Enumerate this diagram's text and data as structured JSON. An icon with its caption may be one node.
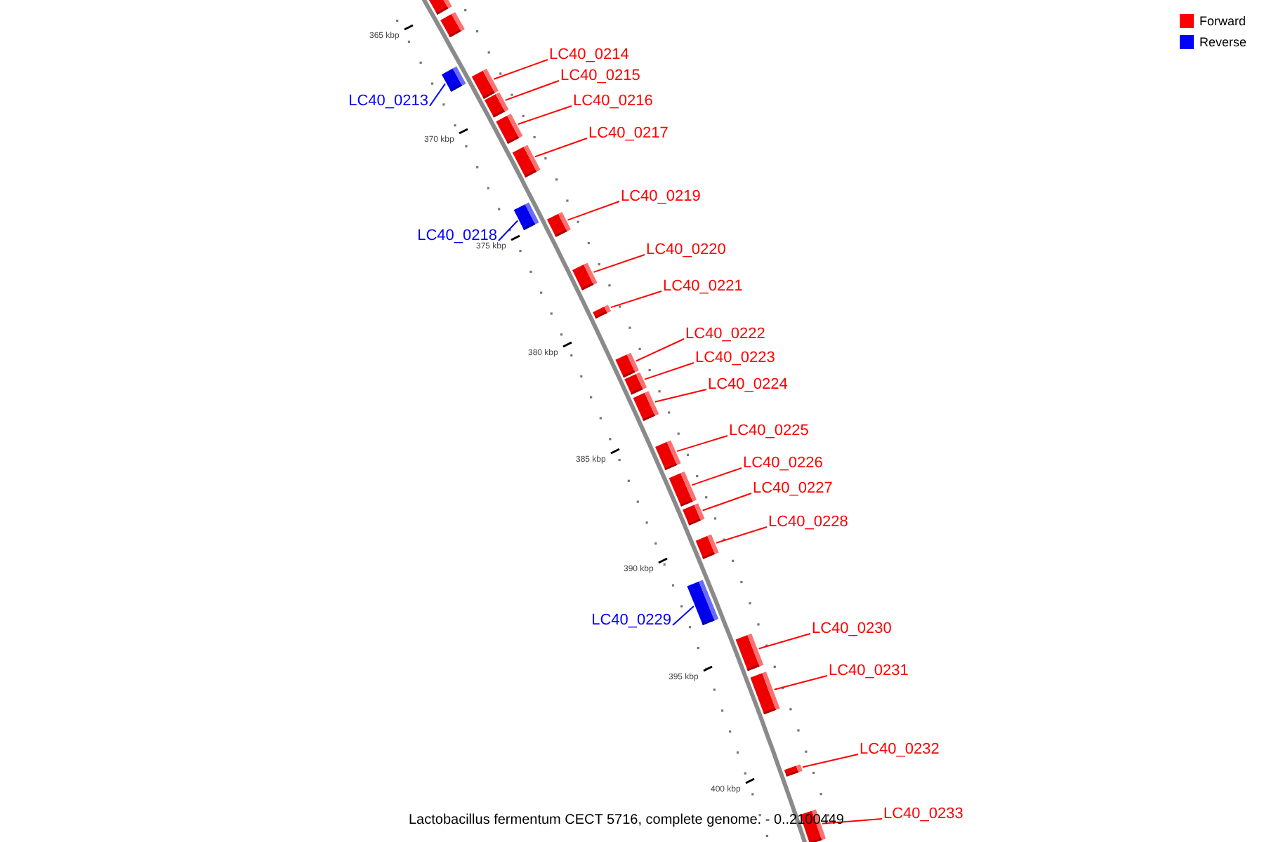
{
  "diagram": {
    "caption": "Lactobacillus fermentum CECT 5716, complete genome. - 0..2100449",
    "nodes": [
      {
        "text": [],
        "shape": "bar"
      },
      {
        "text": [],
        "shape": "bar"
      },
      {
        "text": [
          "LC40_0213"
        ]
      },
      {
        "text": [],
        "shape": "bar"
      },
      {
        "text": [
          "LC40_0214"
        ]
      },
      {
        "text": [],
        "shape": "bar"
      },
      {
        "text": [
          "LC40_0215"
        ]
      },
      {
        "text": [],
        "shape": "bar"
      },
      {
        "text": [
          "LC40_0216"
        ]
      },
      {
        "text": [],
        "shape": "bar"
      },
      {
        "text": [
          "LC40_0217"
        ]
      },
      {
        "text": [],
        "shape": "bar"
      },
      {
        "text": [
          "LC40_0218"
        ]
      },
      {
        "text": [],
        "shape": "bar"
      },
      {
        "text": [
          "LC40_0219"
        ]
      },
      {
        "text": [],
        "shape": "bar"
      },
      {
        "text": [
          "LC40_0220"
        ]
      },
      {
        "text": [],
        "shape": "bar"
      },
      {
        "text": [
          "LC40_0221"
        ]
      },
      {
        "text": [],
        "shape": "bar"
      },
      {
        "text": [
          "LC40_0222"
        ]
      },
      {
        "text": [],
        "shape": "bar"
      },
      {
        "text": [
          "LC40_0223"
        ]
      },
      {
        "text": [],
        "shape": "bar"
      },
      {
        "text": [
          "LC40_0224"
        ]
      },
      {
        "text": [],
        "shape": "bar"
      },
      {
        "text": [
          "LC40_0225"
        ]
      },
      {
        "text": [],
        "shape": "bar"
      },
      {
        "text": [
          "LC40_0226"
        ]
      },
      {
        "text": [],
        "shape": "bar"
      },
      {
        "text": [
          "LC40_0227"
        ]
      },
      {
        "text": [],
        "shape": "bar"
      },
      {
        "text": [
          "LC40_0228"
        ]
      },
      {
        "text": [],
        "shape": "bar"
      },
      {
        "text": [
          "LC40_0229"
        ]
      },
      {
        "text": [],
        "shape": "bar"
      },
      {
        "text": [
          "LC40_0230"
        ]
      },
      {
        "text": [],
        "shape": "bar"
      },
      {
        "text": [
          "LC40_0231"
        ]
      },
      {
        "text": [],
        "shape": "bar"
      },
      {
        "text": [
          "LC40_0232"
        ]
      },
      {
        "text": [],
        "shape": "bar"
      },
      {
        "text": [
          "LC40_0233"
        ]
      },
      {
        "text": [],
        "shape": "bar"
      }
    ],
    "edges": [
      {
        "from": 2,
        "to": 3,
        "arrow": "none",
        "color": "#0000ff"
      },
      {
        "from": 4,
        "to": 5,
        "arrow": "none"
      },
      {
        "from": 6,
        "to": 7,
        "arrow": "none"
      },
      {
        "from": 8,
        "to": 9,
        "arrow": "none"
      },
      {
        "from": 10,
        "to": 11,
        "arrow": "none"
      },
      {
        "from": 12,
        "to": 13,
        "arrow": "none",
        "color": "#0000ff"
      },
      {
        "from": 14,
        "to": 15,
        "arrow": "none"
      },
      {
        "from": 16,
        "to": 17,
        "arrow": "none"
      },
      {
        "from": 18,
        "to": 19,
        "arrow": "none"
      },
      {
        "from": 20,
        "to": 21,
        "arrow": "none"
      },
      {
        "from": 22,
        "to": 23,
        "arrow": "none"
      },
      {
        "from": 24,
        "to": 25,
        "arrow": "none"
      },
      {
        "from": 26,
        "to": 27,
        "arrow": "none"
      },
      {
        "from": 28,
        "to": 29,
        "arrow": "none"
      },
      {
        "from": 30,
        "to": 31,
        "arrow": "none"
      },
      {
        "from": 32,
        "to": 33,
        "arrow": "none"
      },
      {
        "from": 34,
        "to": 35,
        "arrow": "none",
        "color": "#0000ff"
      },
      {
        "from": 36,
        "to": 37,
        "arrow": "none"
      },
      {
        "from": 38,
        "to": 39,
        "arrow": "none"
      },
      {
        "from": 40,
        "to": 41,
        "arrow": "none"
      },
      {
        "from": 42,
        "to": 43,
        "arrow": "none"
      }
    ],
    "labels": [
      "365 kbp",
      "370 kbp",
      "375 kbp",
      "380 kbp",
      "385 kbp",
      "390 kbp",
      "395 kbp",
      "400 kbp"
    ],
    "legend": [
      {
        "text": "Forward",
        "color": "#ff0000"
      },
      {
        "text": "Reverse",
        "color": "#0000ff"
      }
    ]
  }
}
